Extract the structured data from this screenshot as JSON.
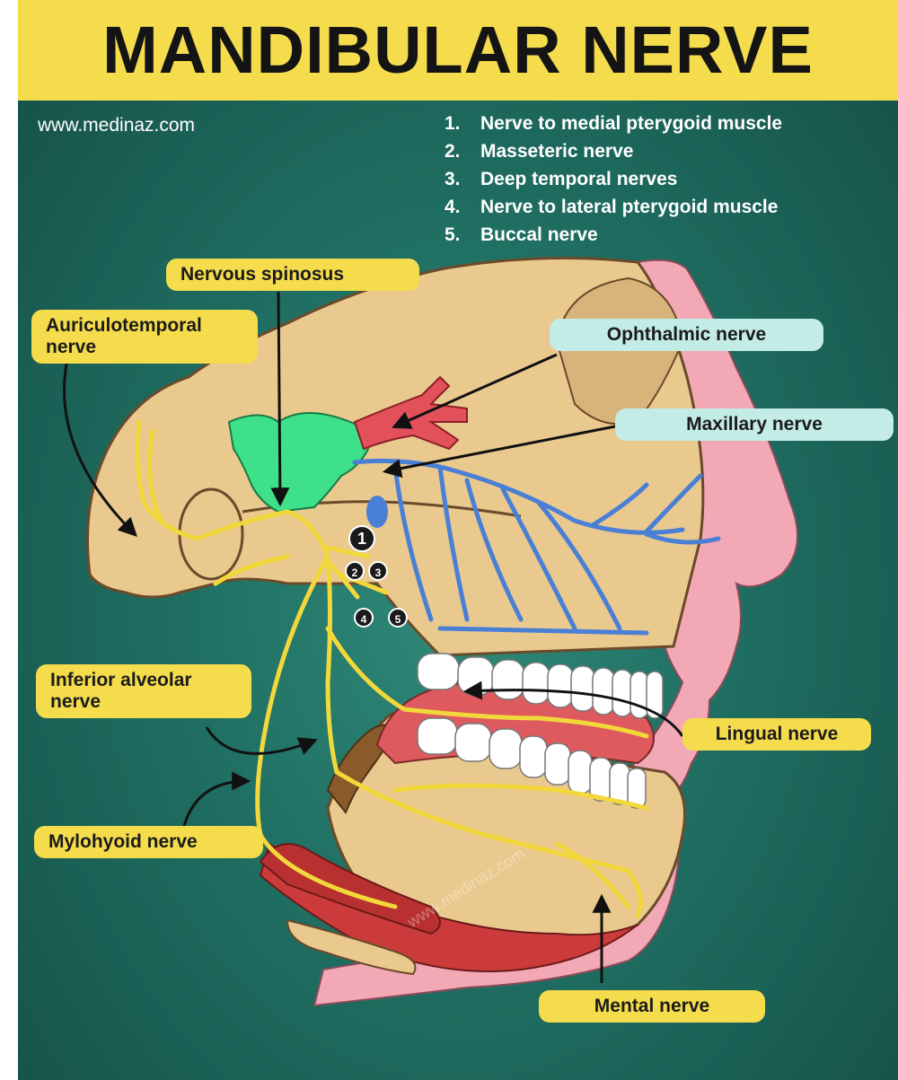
{
  "title": "MANDIBULAR NERVE",
  "website": "www.medinaz.com",
  "watermark": "www.medinaz.com",
  "branch_list": [
    {
      "num": "1.",
      "text": "Nerve to medial pterygoid muscle"
    },
    {
      "num": "2.",
      "text": "Masseteric nerve"
    },
    {
      "num": "3.",
      "text": "Deep temporal nerves"
    },
    {
      "num": "4.",
      "text": "Nerve to lateral pterygoid muscle"
    },
    {
      "num": "5.",
      "text": "Buccal nerve"
    }
  ],
  "labels": {
    "nervous_spinosus": "Nervous spinosus",
    "auriculotemporal_line1": "Auriculotemporal",
    "auriculotemporal_line2": "nerve",
    "ophthalmic": "Ophthalmic nerve",
    "maxillary": "Maxillary nerve",
    "inferior_alveolar_line1": "Inferior alveolar",
    "inferior_alveolar_line2": "nerve",
    "lingual": "Lingual nerve",
    "mylohyoid": "Mylohyoid nerve",
    "mental": "Mental nerve"
  },
  "markers": [
    "1",
    "2",
    "3",
    "4",
    "5"
  ],
  "colors": {
    "background": "#1f6e61",
    "title_bar": "#f5dc4c",
    "label_yellow": "#f5dc4c",
    "label_cyan": "#c4ece6",
    "bone": "#e9c98e",
    "skin": "#f2a9b5",
    "nerve_yellow": "#f2d83a",
    "nerve_blue": "#4a7fd6",
    "ophthalmic_red": "#e2505a",
    "ganglion_green": "#3fe08a",
    "muscle_red": "#cc3b3b"
  }
}
